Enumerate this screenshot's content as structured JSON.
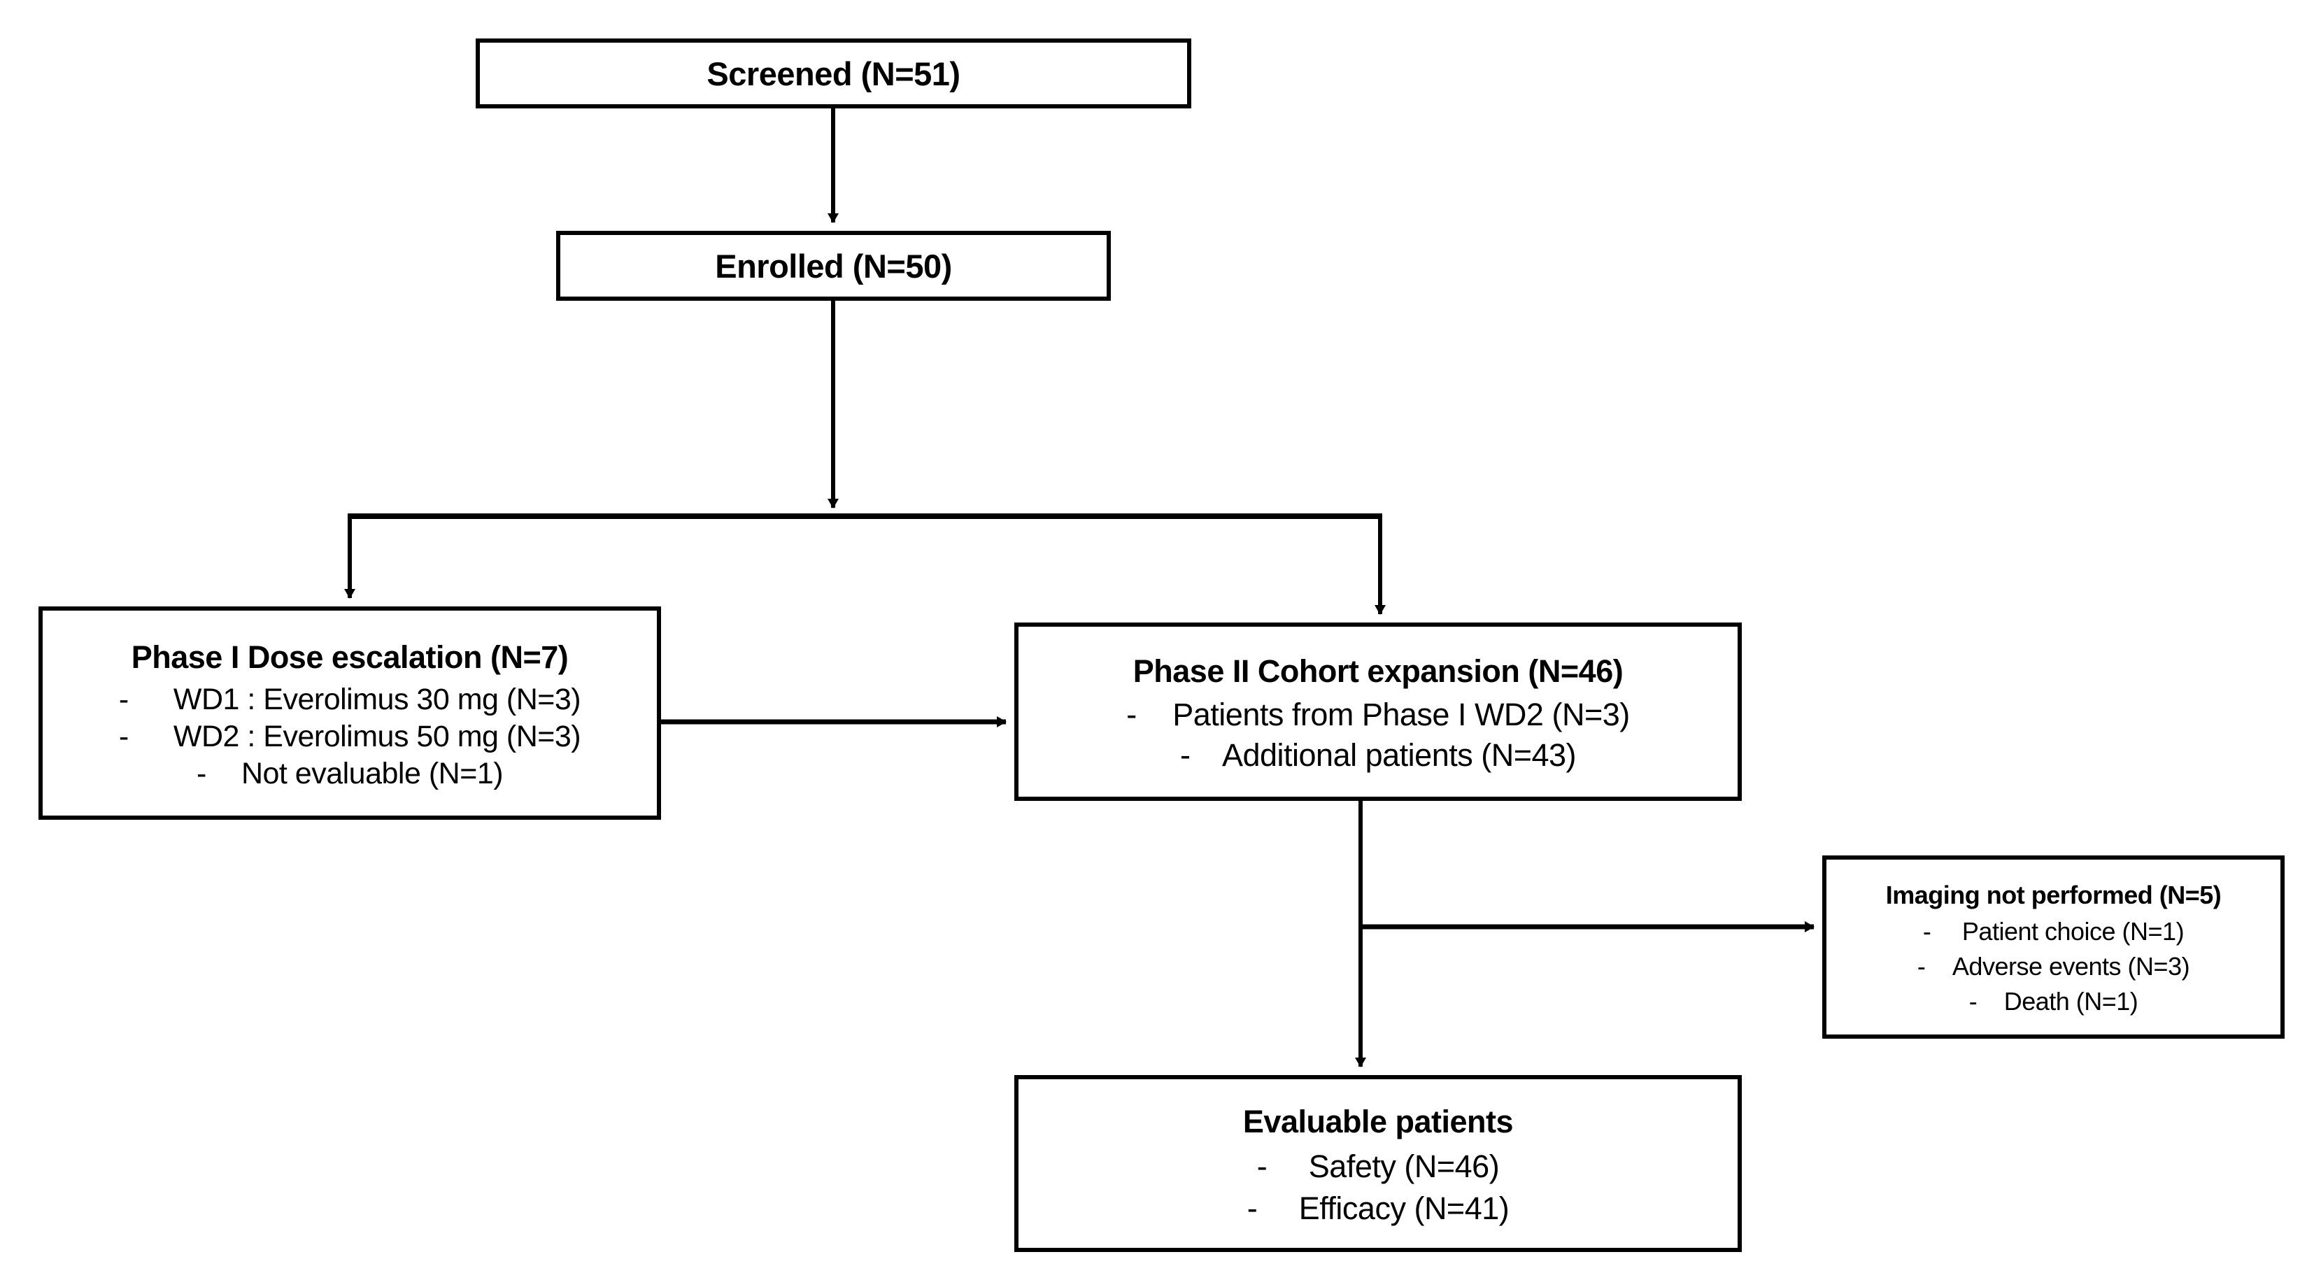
{
  "diagram": {
    "type": "flowchart",
    "title": "Clinical trial patient disposition flow diagram",
    "colors": {
      "stroke": "#000000",
      "fill": "#ffffff",
      "text": "#000000"
    },
    "nodes": {
      "screened": {
        "title": "Screened (N=51)"
      },
      "enrolled": {
        "title": "Enrolled (N=50)"
      },
      "phase1": {
        "title": "Phase I Dose escalation (N=7)",
        "items": [
          {
            "bullet": "-",
            "text": "WD1 : Everolimus 30 mg (N=3)"
          },
          {
            "bullet": "-",
            "text": "WD2 : Everolimus 50 mg (N=3)"
          },
          {
            "bullet": "-",
            "text": "Not evaluable (N=1)"
          }
        ]
      },
      "phase2": {
        "title": "Phase II Cohort expansion (N=46)",
        "items": [
          {
            "bullet": "-",
            "text": "Patients from Phase I WD2 (N=3)"
          },
          {
            "bullet": "-",
            "text": "Additional patients (N=43)"
          }
        ]
      },
      "imaging": {
        "title": "Imaging not performed (N=5)",
        "items": [
          {
            "bullet": "-",
            "text": "Patient choice (N=1)"
          },
          {
            "bullet": "-",
            "text": "Adverse events (N=3)"
          },
          {
            "bullet": "-",
            "text": "Death (N=1)"
          }
        ]
      },
      "evaluable": {
        "title": "Evaluable patients",
        "items": [
          {
            "bullet": "-",
            "text": "Safety (N=46)"
          },
          {
            "bullet": "-",
            "text": "Efficacy (N=41)"
          }
        ]
      }
    },
    "edges": [
      {
        "name": "screened-to-enrolled",
        "from": "screened",
        "to": "enrolled",
        "arrow": "down"
      },
      {
        "name": "enrolled-to-phase1",
        "from": "enrolled",
        "to": "phase1",
        "arrow": "down"
      },
      {
        "name": "enrolled-to-phase2",
        "from": "enrolled",
        "to": "phase2",
        "arrow": "down"
      },
      {
        "name": "phase1-to-phase2",
        "from": "phase1",
        "to": "phase2",
        "arrow": "right"
      },
      {
        "name": "phase2-to-imaging",
        "from": "phase2",
        "to": "imaging",
        "arrow": "right"
      },
      {
        "name": "phase2-to-evaluable",
        "from": "phase2",
        "to": "evaluable",
        "arrow": "down"
      }
    ]
  }
}
